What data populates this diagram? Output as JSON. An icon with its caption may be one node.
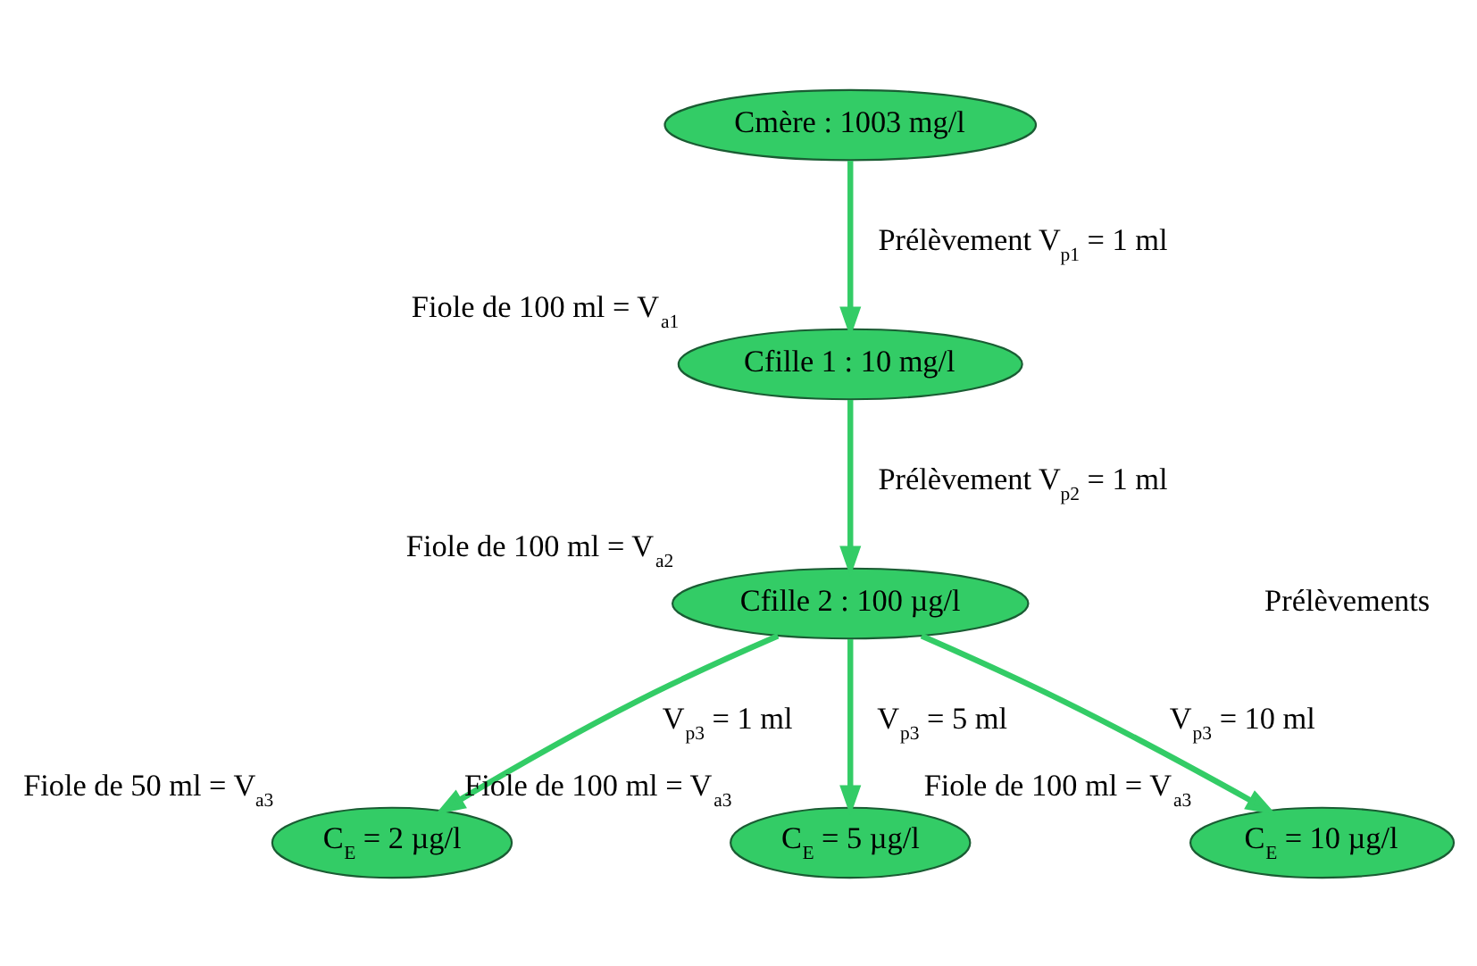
{
  "diagram": {
    "nodes": [
      {
        "text": [
          "Cmère : 1003 mg/l"
        ]
      },
      {
        "text": [
          "Cfille 1 : 10 mg/l"
        ],
        "beside": [
          "Fiole de 100 ml = V$_{a1}$"
        ]
      },
      {
        "text": [
          "Cfille 2 : 100 µg/l"
        ],
        "beside": [
          "Fiole de 100 ml = V$_{a2}$"
        ]
      },
      {
        "text": [
          "C$_{E}$ = 2 µg/l"
        ],
        "beside": [
          "Fiole de 50 ml = V$_{a3}$"
        ]
      },
      {
        "text": [
          "C$_{E}$ = 5 µg/l"
        ],
        "beside": [
          "Fiole de 100 ml = V$_{a3}$"
        ]
      },
      {
        "text": [
          "C$_{E}$ = 10 µg/l"
        ],
        "beside": [
          "Fiole de 100 ml = V$_{a3}$"
        ]
      }
    ],
    "edges": [
      {
        "from": 0,
        "to": 1,
        "arrow": "to",
        "label": "Prélèvement V$_{p1}$ = 1 ml"
      },
      {
        "from": 1,
        "to": 2,
        "arrow": "to",
        "label": "Prélèvement V$_{p2}$ = 1 ml"
      },
      {
        "from": 2,
        "to": 3,
        "arrow": "to",
        "label": "V$_{p3}$ = 1 ml"
      },
      {
        "from": 2,
        "to": 4,
        "arrow": "to",
        "label": "V$_{p3}$ = 5 ml"
      },
      {
        "from": 2,
        "to": 5,
        "arrow": "to",
        "label": "V$_{p3}$ = 10 ml"
      }
    ],
    "labels": [
      "Prélèvements"
    ]
  }
}
